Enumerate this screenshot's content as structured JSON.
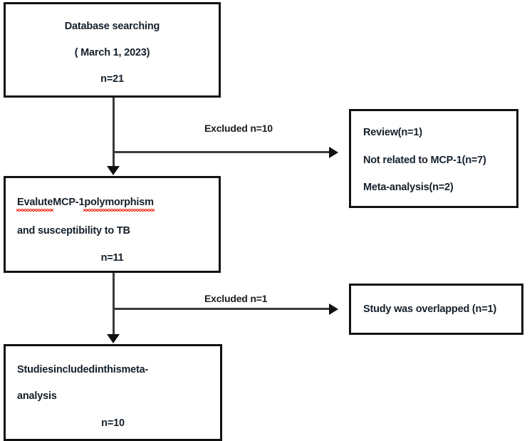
{
  "diagram": {
    "title": "Study selection flowchart",
    "type": "prisma-flow",
    "text_color": "#15202b",
    "border_color": "#111111",
    "connector_color": "#3a3a3a",
    "spellcheck_underline_color": "#ee2211",
    "background": "#ffffff"
  },
  "nodes": {
    "database_searching": {
      "line1": "Database searching",
      "line2": "( March 1, 2023)",
      "line3": "n=21"
    },
    "eligibility": {
      "line1_word1": "Evalute",
      "line1_word2": "MCP-1",
      "line1_word3": "polymorphism",
      "line2": "and susceptibility to TB",
      "line3": "n=11"
    },
    "included": {
      "line1_word1": "Studies",
      "line1_word2": "included",
      "line1_word3": "in",
      "line1_word4": "this",
      "line1_word5": "meta-",
      "line2": "analysis",
      "line3": "n=10"
    },
    "excluded_reasons": {
      "line1": "Review(n=1)",
      "line2": "Not related to MCP-1(n=7)",
      "line3": "Meta-analysis(n=2)"
    },
    "overlapped": {
      "line1": "Study was overlapped (n=1)"
    }
  },
  "edges": {
    "excluded_first": "Excluded n=10",
    "excluded_second": "Excluded n=1"
  }
}
